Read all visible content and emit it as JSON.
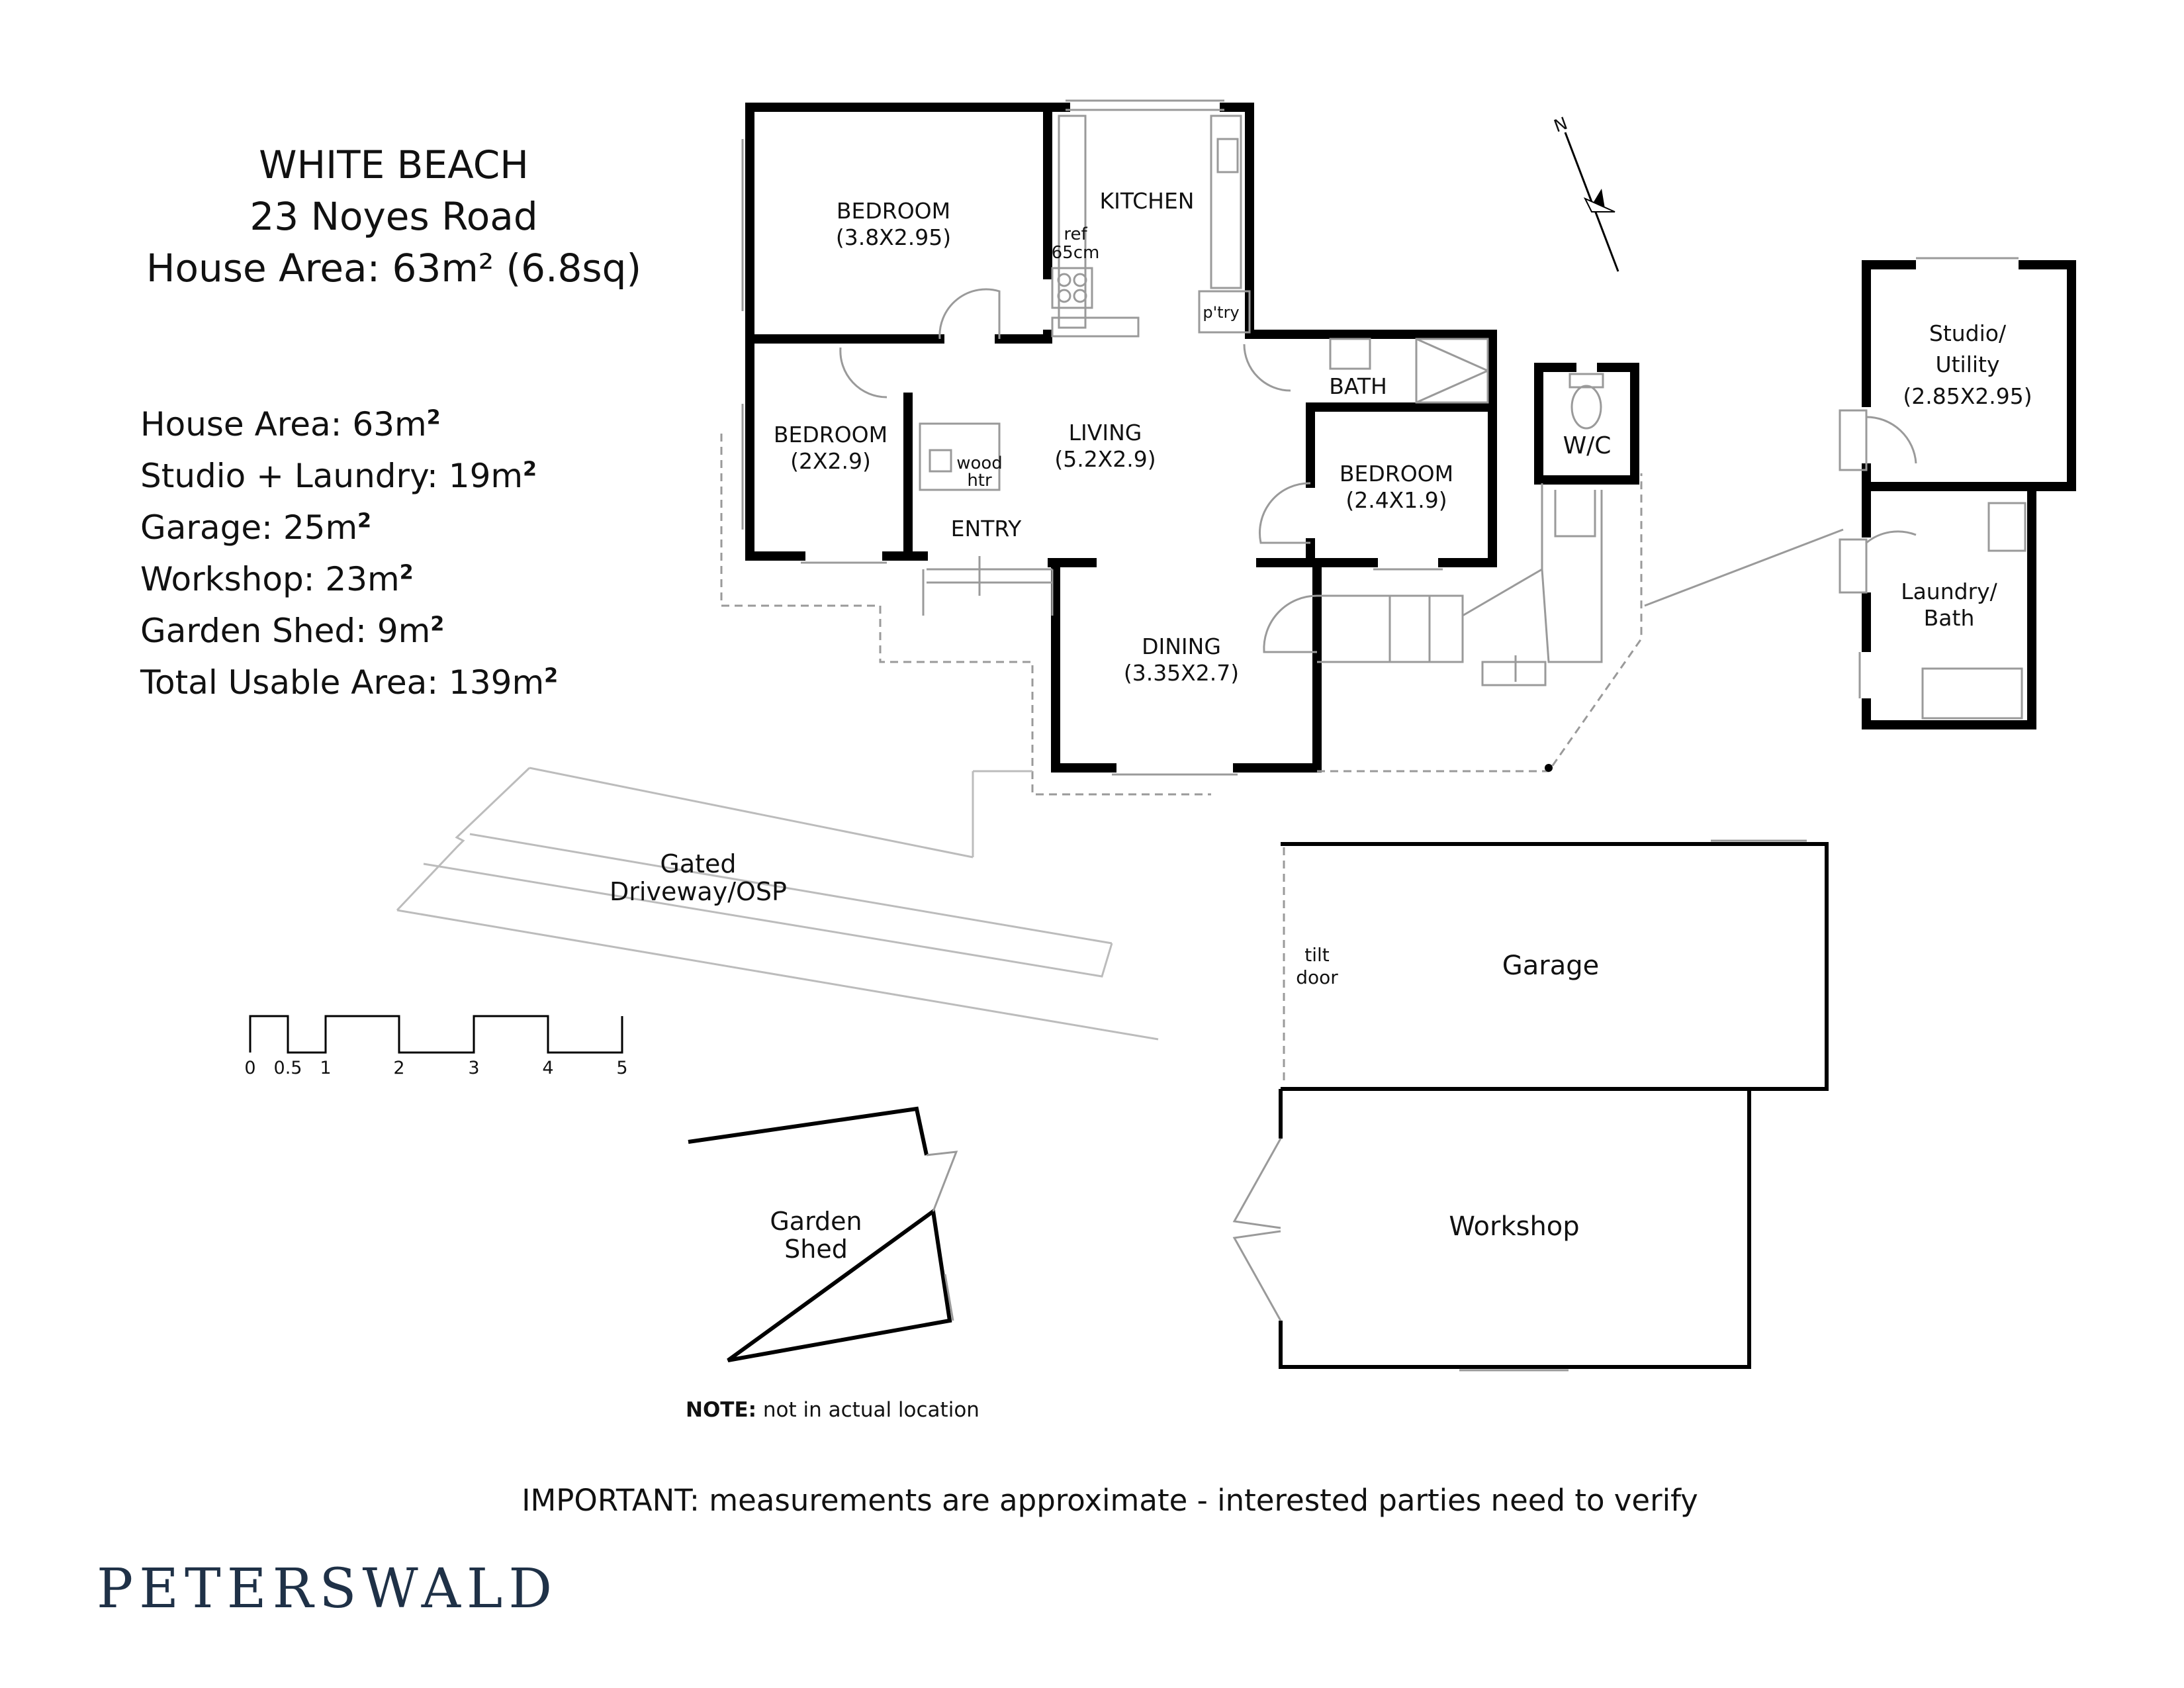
{
  "header": {
    "line1": "WHITE BEACH",
    "line2": "23 Noyes Road",
    "line3": "House Area: 63m² (6.8sq)"
  },
  "areas": [
    {
      "label": "House Area: 63m",
      "sup": "2"
    },
    {
      "label": "Studio + Laundry: 19m",
      "sup": "2"
    },
    {
      "label": "Garage: 25m",
      "sup": "2"
    },
    {
      "label": "Workshop: 23m",
      "sup": "2"
    },
    {
      "label": "Garden Shed: 9m",
      "sup": "2"
    },
    {
      "label": "Total Usable Area: 139m",
      "sup": "2"
    }
  ],
  "rooms": {
    "bedroom1": {
      "name": "BEDROOM",
      "size": "(3.8X2.95)"
    },
    "kitchen": {
      "name": "KITCHEN"
    },
    "ref": {
      "line1": "ref",
      "line2": "65cm"
    },
    "pantry": {
      "name": "p'try"
    },
    "bath": {
      "name": "BATH"
    },
    "bedroom2": {
      "name": "BEDROOM",
      "size": "(2X2.9)"
    },
    "living": {
      "name": "LIVING",
      "size": "(5.2X2.9)"
    },
    "wood": {
      "line1": "wood",
      "line2": "htr"
    },
    "entry": {
      "name": "ENTRY"
    },
    "bedroom3": {
      "name": "BEDROOM",
      "size": "(2.4X1.9)"
    },
    "dining": {
      "name": "DINING",
      "size": "(3.35X2.7)"
    },
    "wc": {
      "name": "W/C"
    },
    "studio": {
      "line1": "Studio/",
      "line2": "Utility",
      "line3": "(2.85X2.95)"
    },
    "laundry": {
      "line1": "Laundry/",
      "line2": "Bath"
    },
    "driveway": {
      "line1": "Gated",
      "line2": "Driveway/OSP"
    },
    "garage": {
      "name": "Garage"
    },
    "tilt": {
      "line1": "tilt",
      "line2": "door"
    },
    "workshop": {
      "name": "Workshop"
    },
    "shed": {
      "line1": "Garden",
      "line2": "Shed"
    }
  },
  "compass": {
    "label": "N"
  },
  "scale": {
    "ticks": [
      "0",
      "0.5",
      "1",
      "2",
      "3",
      "4",
      "5"
    ]
  },
  "note": {
    "bold": "NOTE:",
    "text": " not in actual location"
  },
  "important": "IMPORTANT: measurements are approximate - interested parties need to verify",
  "brand": "PETERSWALD",
  "colors": {
    "wall": "#000000",
    "thin": "#9a9a9a",
    "brand": "#1f3147"
  }
}
